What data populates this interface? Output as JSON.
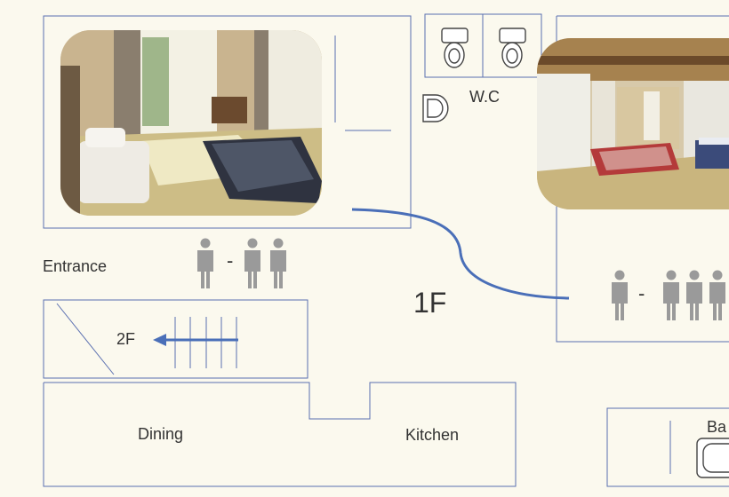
{
  "labels": {
    "entrance": "Entrance",
    "wc": "W.C",
    "floor": "1F",
    "stairs": "2F",
    "dining": "Dining",
    "kitchen": "Kitchen",
    "bath": "Ba",
    "dash_left": "-",
    "dash_right": "-"
  },
  "rooms": [
    {
      "name": "room-left",
      "photo": "tatami-room-with-kotatsu-photo",
      "capacity_min": 1,
      "capacity_max": 2
    },
    {
      "name": "room-right",
      "photo": "large-tatami-room-photo",
      "capacity_min": 1,
      "capacity_max": 3
    }
  ],
  "colors": {
    "wall": "#5a6fb0",
    "path": "#4a6fb8",
    "person": "#9a9a9a",
    "background": "#fbf9ee"
  },
  "icons": [
    "toilet-icon",
    "sink-icon",
    "person-icon",
    "arrow-left-icon",
    "bathtub-icon"
  ]
}
